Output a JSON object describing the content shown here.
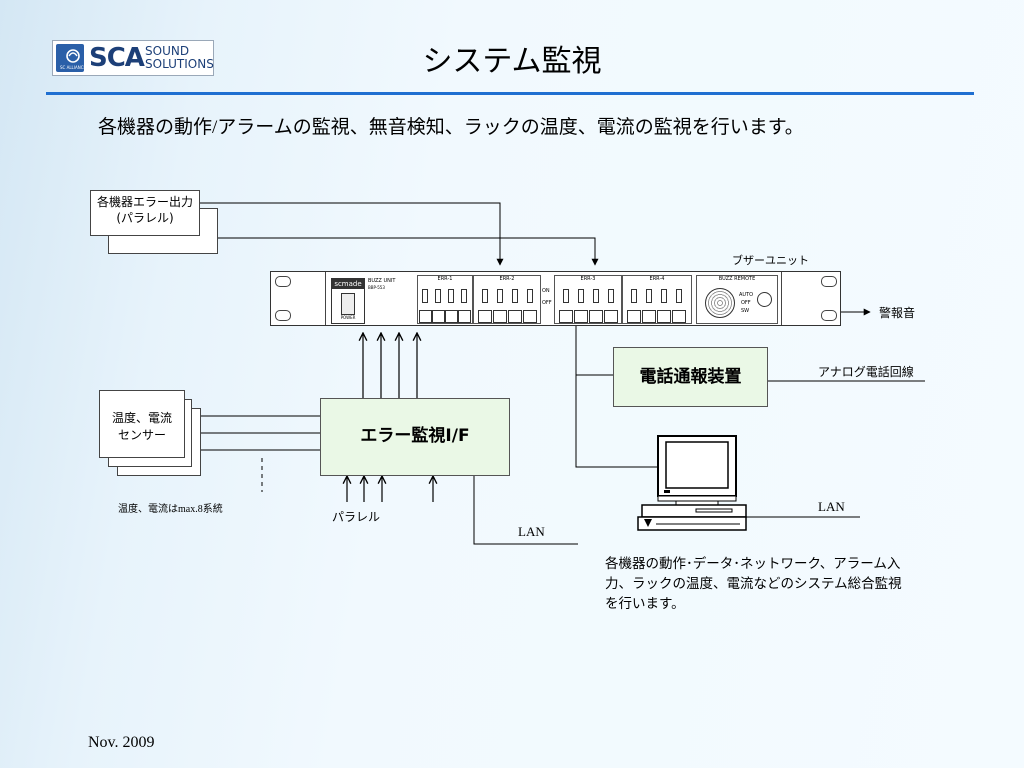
{
  "header": {
    "logo": {
      "small": "SC ALLIANCE",
      "sca": "SCA",
      "sound": "SOUND",
      "solutions": "SOLUTIONS"
    },
    "title": "システム監視",
    "subtitle": "各機器の動作/アラームの監視、無音検知、ラックの温度、電流の監視を行います。"
  },
  "diagram": {
    "device_error_output": [
      "各機器エラー出力",
      "(パラレル)"
    ],
    "buzz_unit_label": "ブザーユニット",
    "buzz_unit": {
      "brand": "scmade",
      "model": "BUZZ UNIT",
      "model_no": "BBP-553",
      "power": "POWER",
      "groups": [
        "ERR-1",
        "ERR-2",
        "ERR-3",
        "ERR-4"
      ],
      "on": "ON",
      "off": "OFF",
      "remote": "BUZZ REMOTE",
      "auto": "AUTO",
      "off_knob": "OFF",
      "sw": "SW"
    },
    "alarm_sound": "警報音",
    "phone_device": "電話通報装置",
    "analog_line": "アナログ電話回線",
    "sensor": [
      "温度、電流",
      "センサー"
    ],
    "sensor_note": "温度、電流はmax.8系統",
    "error_monitor": "エラー監視I/F",
    "parallel": "パラレル",
    "lan_1": "LAN",
    "lan_2": "LAN",
    "pc_description": [
      "各機器の動作･データ･ネットワーク、アラーム入",
      "力、ラックの温度、電流などのシステム総合監視",
      "を行います。"
    ]
  },
  "footer": {
    "date": "Nov. 2009"
  }
}
